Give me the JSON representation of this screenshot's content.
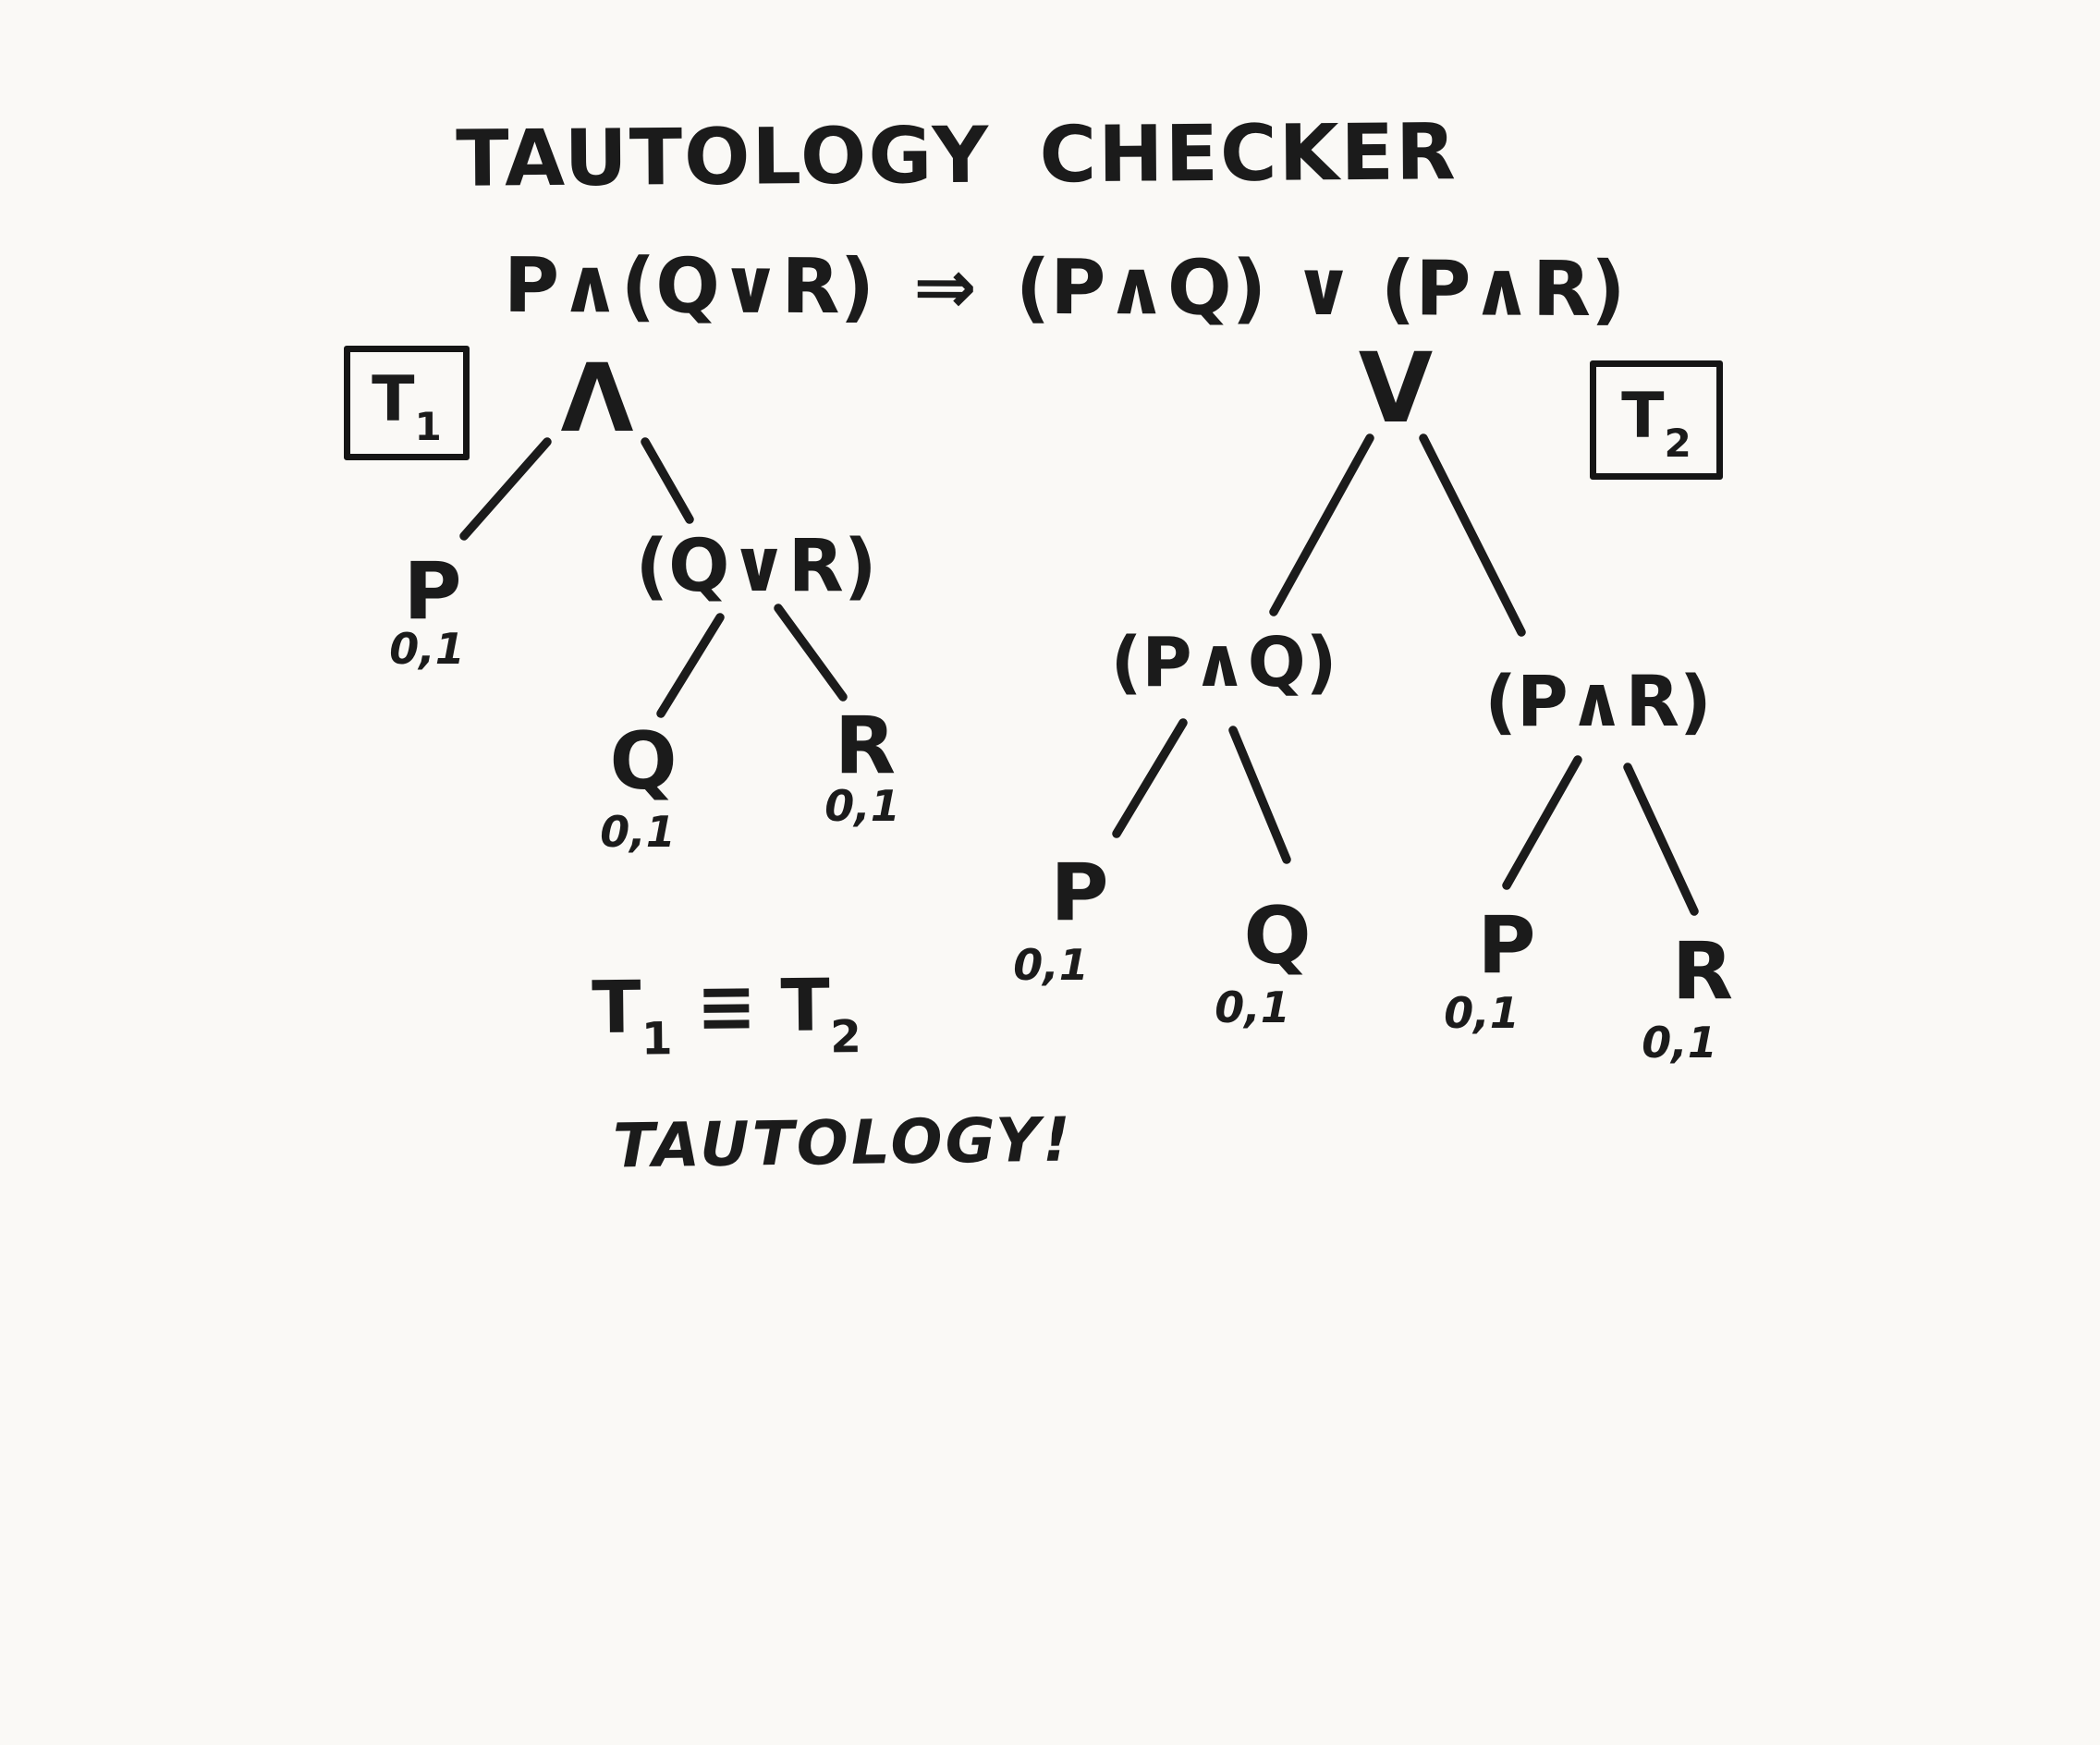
{
  "colors": {
    "ink": "#1b1b1b",
    "paper": "#faf9f6",
    "box_border": "#151515"
  },
  "title": "TAUTOLOGY CHECKER",
  "formula": {
    "lhs": "P∧(Q∨R)",
    "arrow": "⇒",
    "rhs": "(P∧Q) ∨ (P∧R)"
  },
  "tree1": {
    "box_label": "T",
    "box_label_sub": "1",
    "root": "Λ",
    "internal": "(Q∨R)",
    "leaves": [
      {
        "text": "P",
        "annotation": "0,1"
      },
      {
        "text": "Q",
        "annotation": "0,1"
      },
      {
        "text": "R",
        "annotation": "0,1"
      }
    ]
  },
  "tree2": {
    "box_label": "T",
    "box_label_sub": "2",
    "root": "V",
    "internal_left": "(P∧Q)",
    "internal_right": "(P∧R)",
    "leaves": [
      {
        "text": "P",
        "annotation": "0,1"
      },
      {
        "text": "Q",
        "annotation": "0,1"
      },
      {
        "text": "P",
        "annotation": "0,1"
      },
      {
        "text": "R",
        "annotation": "0,1"
      }
    ]
  },
  "conclusion": {
    "equiv_left": "T",
    "equiv_left_sub": "1",
    "equiv_symbol": "≡",
    "equiv_right": "T",
    "equiv_right_sub": "2",
    "verdict": "TAUTOLOGY!"
  }
}
